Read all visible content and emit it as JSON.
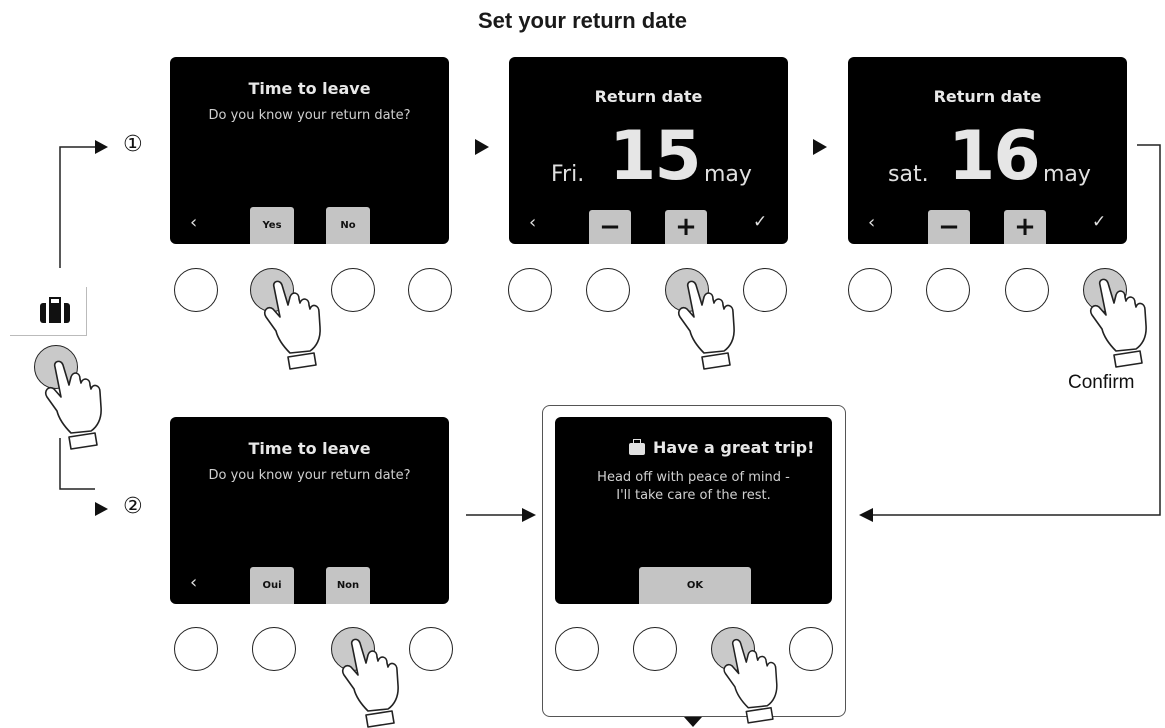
{
  "page_title": "Set your return date",
  "step_labels": {
    "one": "①",
    "two": "②"
  },
  "screens": {
    "question_en": {
      "title": "Time to leave",
      "subtitle": "Do you know your return date?",
      "yes": "Yes",
      "no": "No",
      "back": "‹"
    },
    "return_fri": {
      "title": "Return date",
      "day": "Fri.",
      "number": "15",
      "month": "may",
      "minus": "−",
      "plus": "+",
      "back": "‹",
      "confirm": "✓"
    },
    "return_sat": {
      "title": "Return date",
      "day": "sat.",
      "number": "16",
      "month": "may",
      "minus": "−",
      "plus": "+",
      "back": "‹",
      "confirm": "✓"
    },
    "question_fr": {
      "title": "Time to leave",
      "subtitle": "Do you know your return date?",
      "yes": "Oui",
      "no": "Non",
      "back": "‹"
    },
    "great_trip": {
      "title": "Have a great trip!",
      "line1": "Head off with peace of mind -",
      "line2": "I'll take care of the rest.",
      "ok": "OK"
    }
  },
  "confirm_label": "Confirm",
  "icons": [
    "suitcase-icon",
    "pointing-hand-icon",
    "arrow-right-icon",
    "arrow-left-icon",
    "arrow-down-icon"
  ]
}
